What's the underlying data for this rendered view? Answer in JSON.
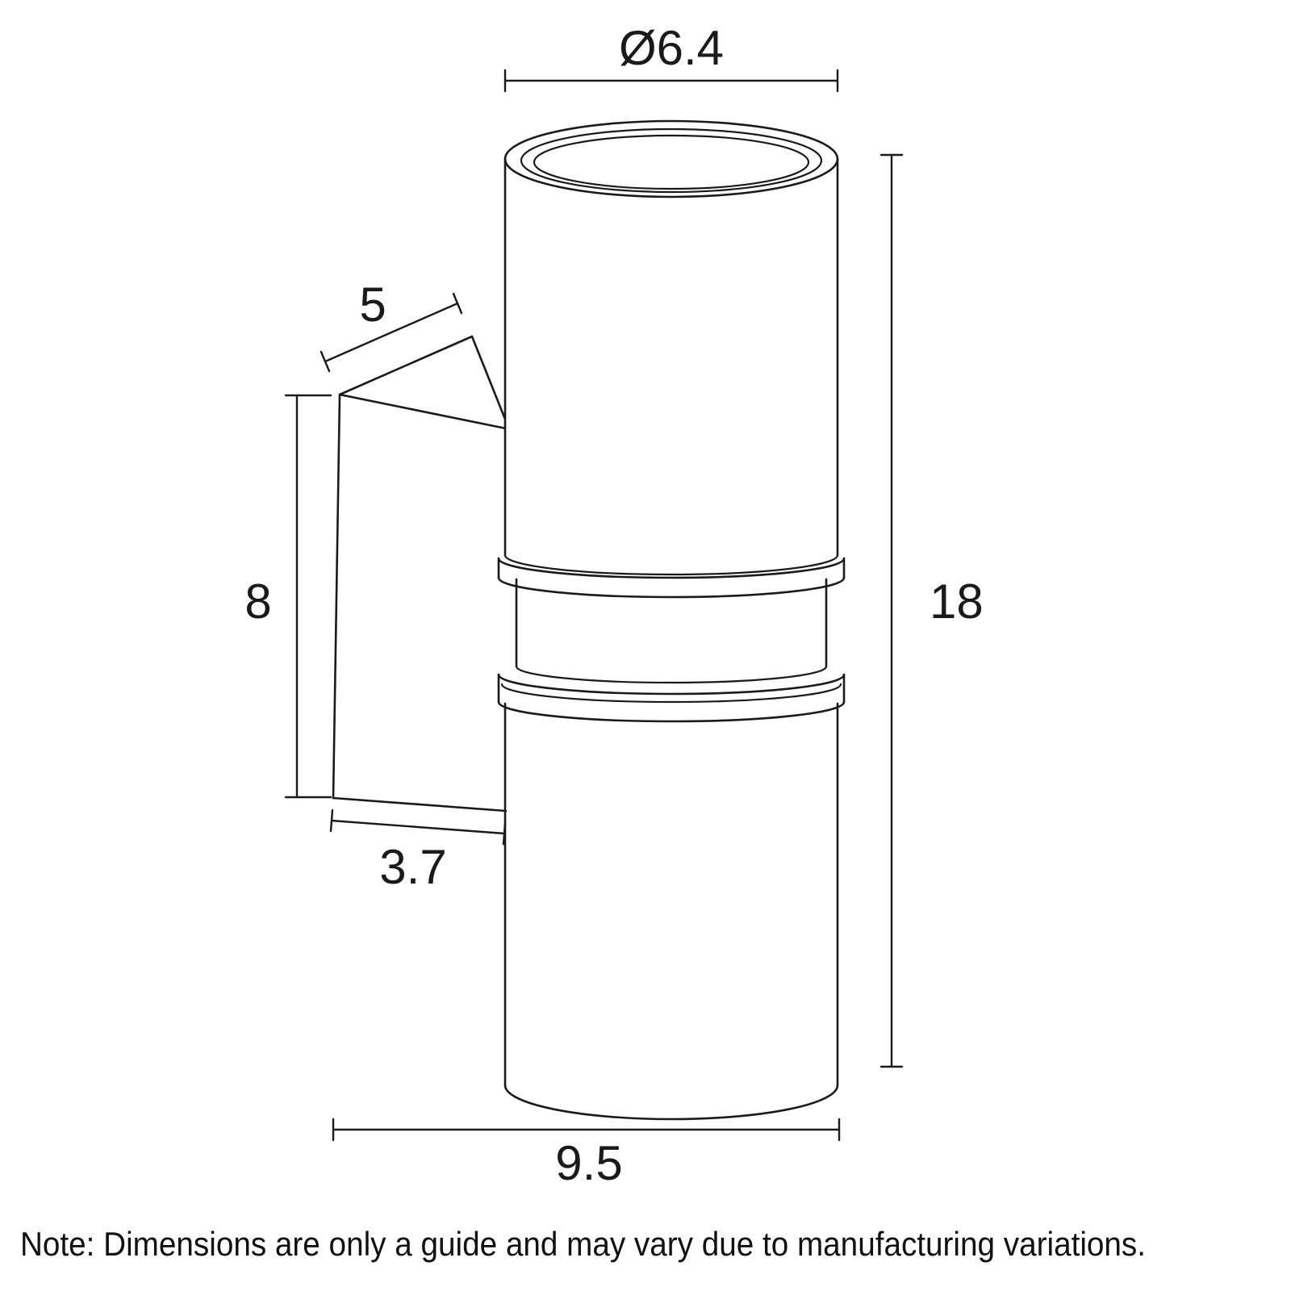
{
  "drawing": {
    "labels": {
      "diameter": "Ø6.4",
      "bracket_depth": "5",
      "bracket_height": "8",
      "bracket_base": "3.7",
      "overall_height": "18",
      "overall_depth": "9.5"
    },
    "note": "Note: Dimensions are only a guide and may vary due to manufacturing variations.",
    "colors": {
      "line": "#1a1a1a",
      "background": "#ffffff"
    }
  }
}
